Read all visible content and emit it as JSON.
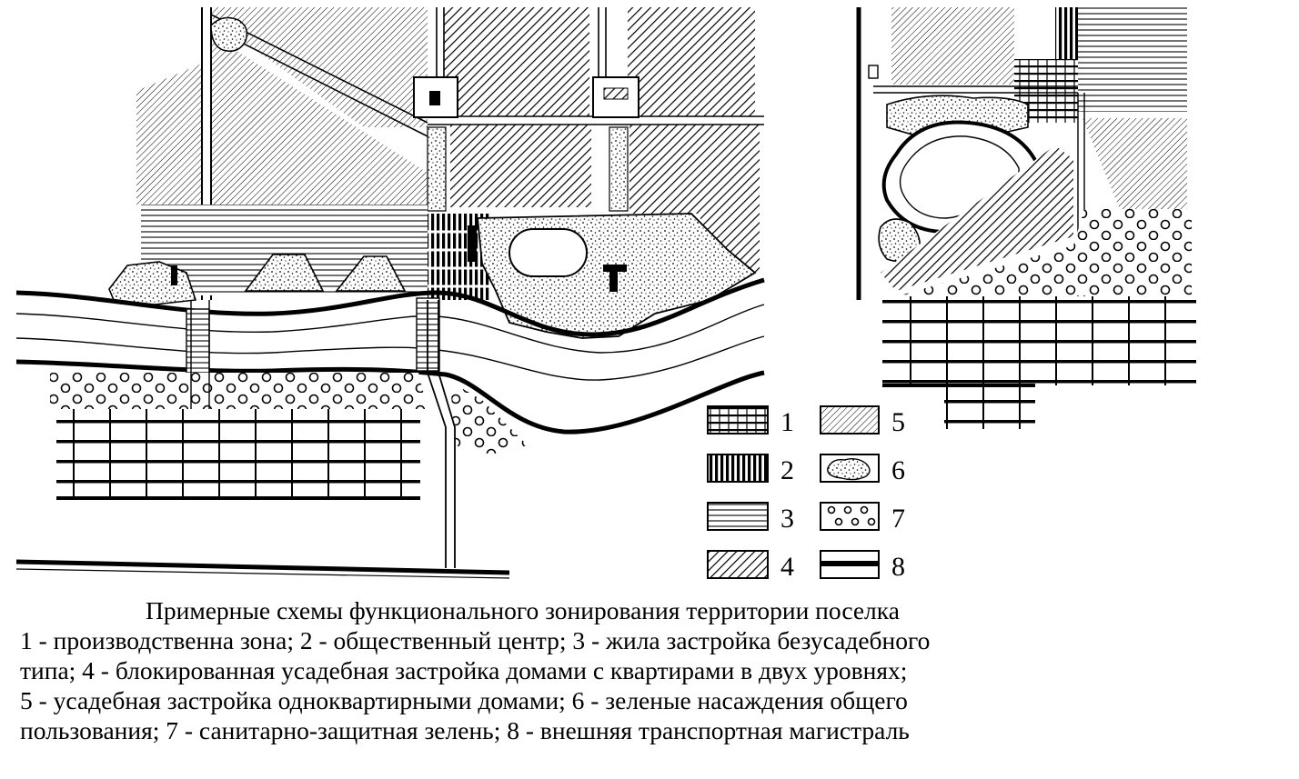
{
  "legend": [
    {
      "num": "1",
      "zone": "производственна зона"
    },
    {
      "num": "2",
      "zone": "общественный центр"
    },
    {
      "num": "3",
      "zone": "жила застройка безусадебного типа"
    },
    {
      "num": "4",
      "zone": "блокированная усадебная застройка домами с квартирами в двух уровнях"
    },
    {
      "num": "5",
      "zone": "усадебная застройка одноквартирными домами"
    },
    {
      "num": "6",
      "zone": "зеленые насаждения общего пользования"
    },
    {
      "num": "7",
      "zone": "санитарно-защитная зелень"
    },
    {
      "num": "8",
      "zone": "внешняя транспортная магистраль"
    }
  ],
  "caption": {
    "title": "Примерные схемы функционального зонирования территории поселка",
    "lines": [
      "1 - производственна зона; 2 - общественный центр; 3 - жила застройка безусадебного",
      "типа; 4 - блокированная усадебная застройка домами с квартирами в двух уровнях;",
      "5 - усадебная застройка одноквартирными домами; 6 - зеленые насаждения общего",
      "пользования; 7 - санитарно-защитная зелень; 8 - внешняя транспортная магистраль"
    ]
  }
}
